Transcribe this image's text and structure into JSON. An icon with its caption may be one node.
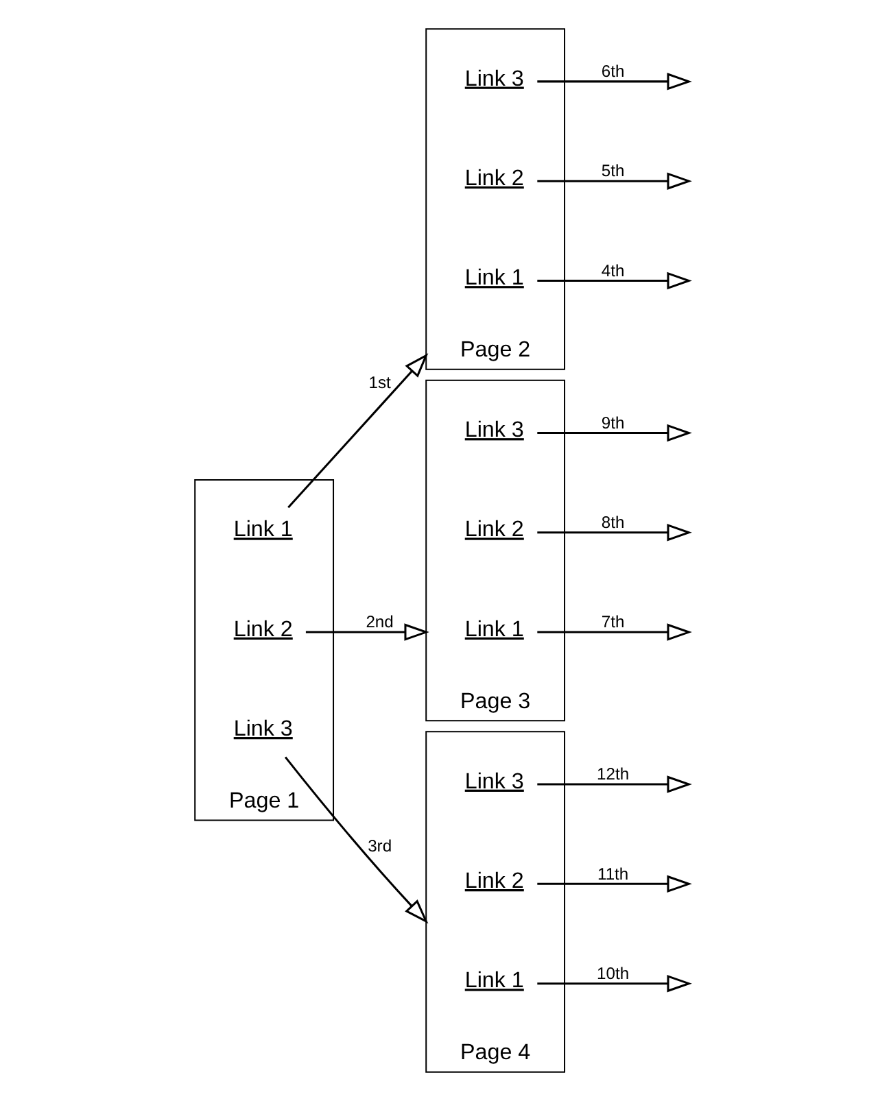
{
  "diagram": {
    "nodes": [
      {
        "text": [
          "Page 1"
        ]
      },
      {
        "text": [
          "Link 1"
        ],
        "in": 0
      },
      {
        "text": [
          "Link 2"
        ],
        "in": 0
      },
      {
        "text": [
          "Link 3"
        ],
        "in": 0
      },
      {
        "text": [
          "Page 2"
        ]
      },
      {
        "text": [
          "Link 1"
        ],
        "in": 4
      },
      {
        "text": [
          "Link 2"
        ],
        "in": 4
      },
      {
        "text": [
          "Link 3"
        ],
        "in": 4
      },
      {
        "text": [
          "Page 3"
        ]
      },
      {
        "text": [
          "Link 1"
        ],
        "in": 8
      },
      {
        "text": [
          "Link 2"
        ],
        "in": 8
      },
      {
        "text": [
          "Link 3"
        ],
        "in": 8
      },
      {
        "text": [
          "Page 4"
        ]
      },
      {
        "text": [
          "Link 1"
        ],
        "in": 12
      },
      {
        "text": [
          "Link 2"
        ],
        "in": 12
      },
      {
        "text": [
          "Link 3"
        ],
        "in": 12
      }
    ],
    "edges": [
      {
        "from": 1,
        "to": 4,
        "arrow": "to",
        "label": "1st"
      },
      {
        "from": 2,
        "to": 8,
        "arrow": "to",
        "label": "2nd"
      },
      {
        "from": 3,
        "to": 12,
        "arrow": "to",
        "label": "3rd"
      },
      {
        "from": 5,
        "to": null,
        "arrow": "to",
        "label": "4th"
      },
      {
        "from": 6,
        "to": null,
        "arrow": "to",
        "label": "5th"
      },
      {
        "from": 7,
        "to": null,
        "arrow": "to",
        "label": "6th"
      },
      {
        "from": 9,
        "to": null,
        "arrow": "to",
        "label": "7th"
      },
      {
        "from": 10,
        "to": null,
        "arrow": "to",
        "label": "8th"
      },
      {
        "from": 11,
        "to": null,
        "arrow": "to",
        "label": "9th"
      },
      {
        "from": 13,
        "to": null,
        "arrow": "to",
        "label": "10th"
      },
      {
        "from": 14,
        "to": null,
        "arrow": "to",
        "label": "11th"
      },
      {
        "from": 15,
        "to": null,
        "arrow": "to",
        "label": "12th"
      }
    ]
  }
}
